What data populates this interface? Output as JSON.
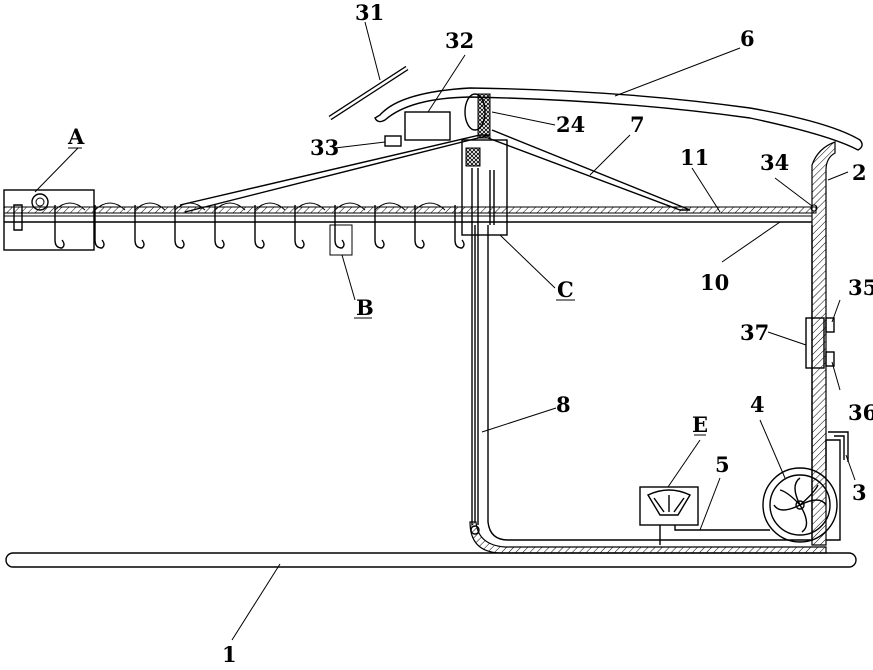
{
  "labels": {
    "l1": "1",
    "l2": "2",
    "l3": "3",
    "l4": "4",
    "l5": "5",
    "l6": "6",
    "l7": "7",
    "l8": "8",
    "l10": "10",
    "l11": "11",
    "l24": "24",
    "l31": "31",
    "l32": "32",
    "l33": "33",
    "l34": "34",
    "l35": "35",
    "l36": "36",
    "l37": "37",
    "lA": "A",
    "lB": "B",
    "lC": "C",
    "lE": "E"
  },
  "colors": {
    "stroke": "#000000",
    "background": "#ffffff"
  }
}
